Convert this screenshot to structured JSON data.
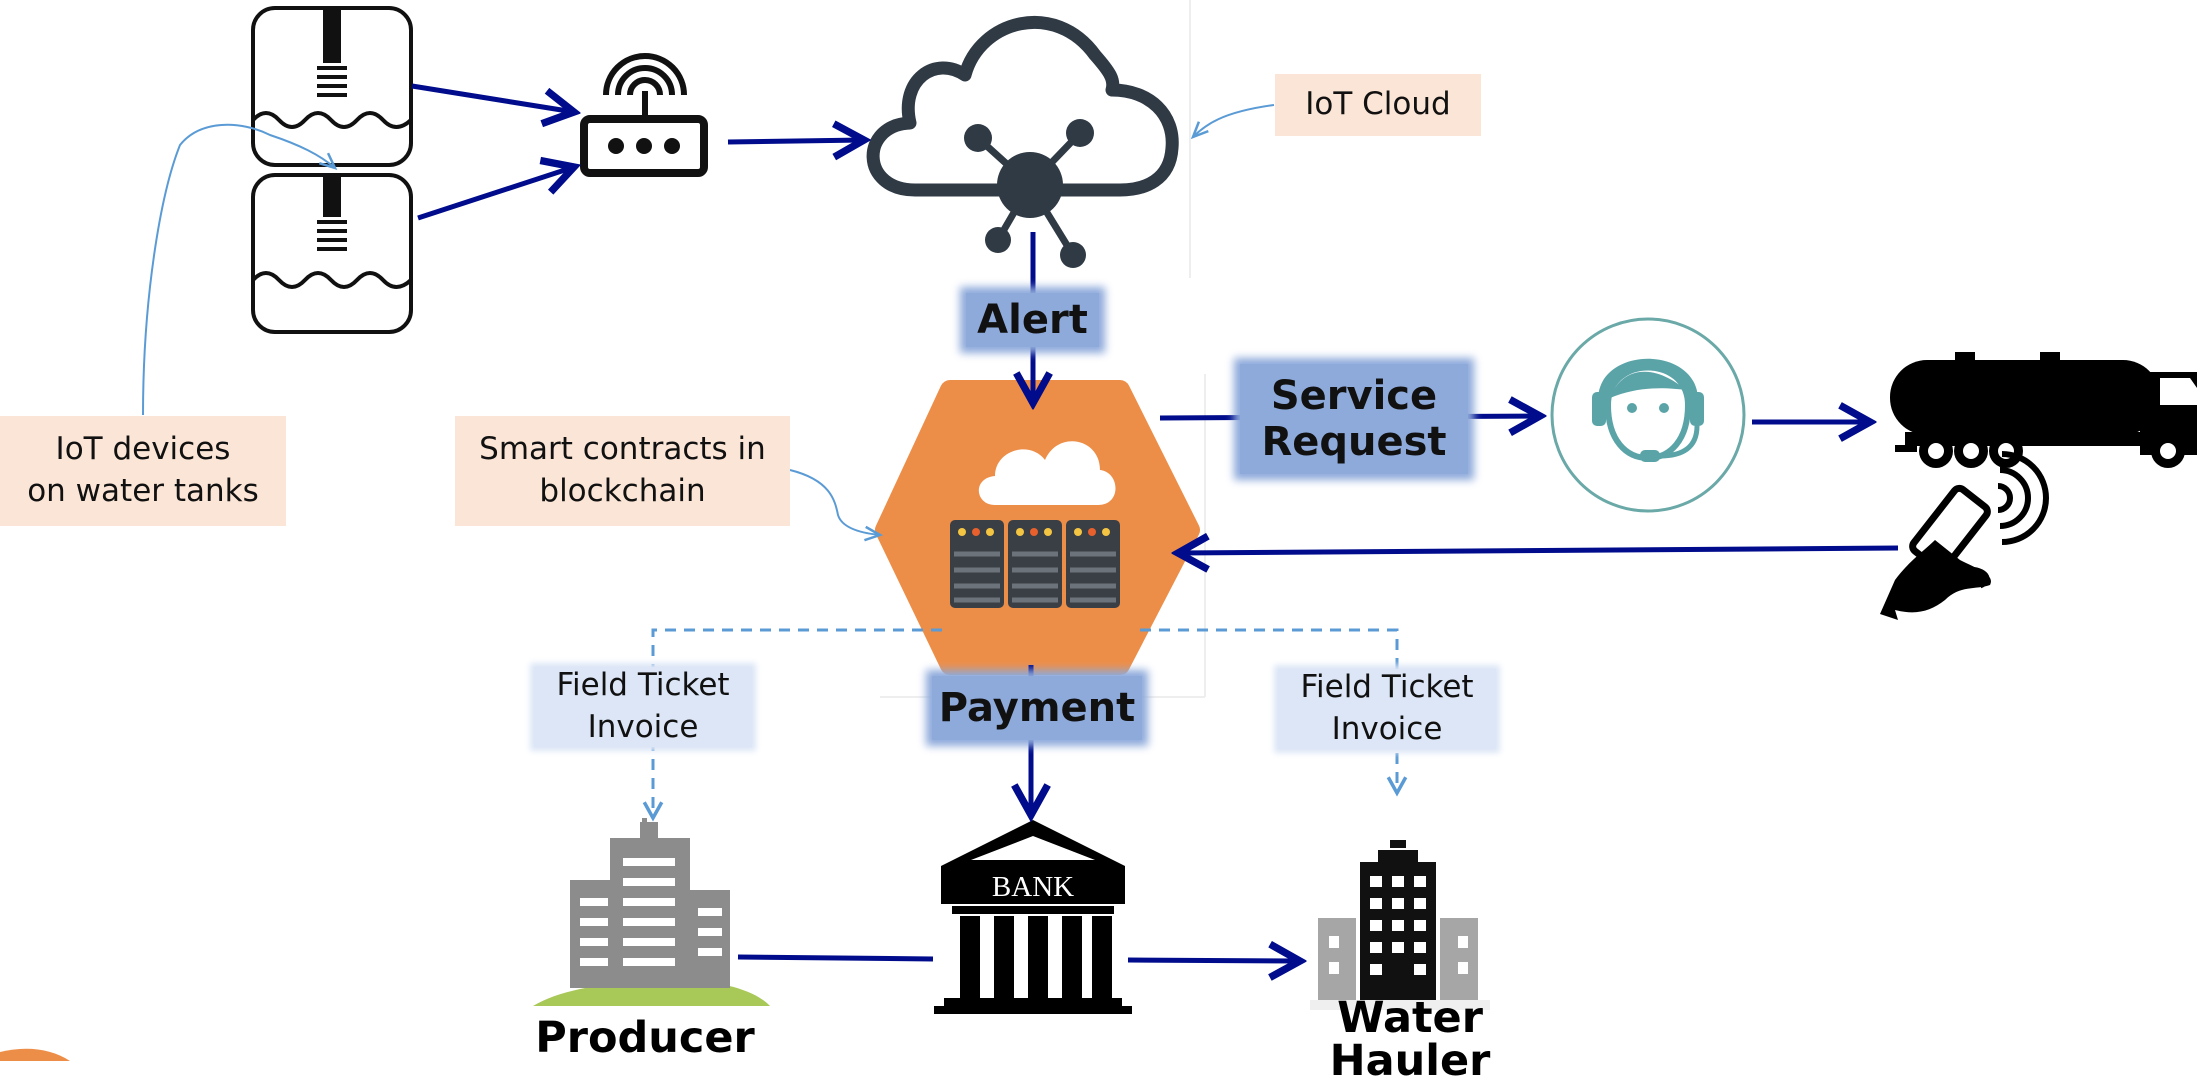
{
  "diagram": {
    "labels": {
      "iot_cloud": "IoT Cloud",
      "iot_devices": "IoT devices\non water tanks",
      "smart_contracts": "Smart contracts in\nblockchain",
      "alert": "Alert",
      "service_request": "Service\nRequest",
      "payment": "Payment",
      "ticket_left": "Field Ticket\nInvoice",
      "ticket_right": "Field Ticket\nInvoice",
      "producer": "Producer",
      "water_hauler": "Water Hauler",
      "bank": "BANK"
    },
    "icons": {
      "tank_top": "water-tank-sensor-icon",
      "tank_bottom": "water-tank-sensor-icon",
      "router": "wifi-router-icon",
      "cloud": "iot-cloud-icon",
      "blockchain": "blockchain-server-hexagon-icon",
      "agent": "customer-service-agent-icon",
      "truck": "water-tanker-truck-icon",
      "phone": "hand-phone-tap-icon",
      "producer": "producer-building-icon",
      "bank": "bank-building-icon",
      "hauler": "water-hauler-building-icon"
    },
    "colors": {
      "flow_arrow": "#000c8c",
      "dashed_arrow": "#5b9bd5",
      "callout_line": "#5b9bd5",
      "note_fill": "#fbe5d6",
      "ticket_fill": "#dce6f6",
      "flow_label_fill": "#8eaadb",
      "hexagon": "#ed8e48",
      "agent_circle": "#6aa9a8",
      "agent_icon": "#5aa4a8"
    }
  }
}
